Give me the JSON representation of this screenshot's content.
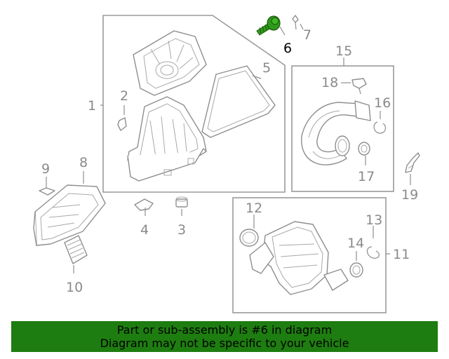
{
  "highlight_color": "#2e9a1a",
  "banner_color": "#1e7d10",
  "callouts": [
    {
      "id": "1",
      "highlighted": false
    },
    {
      "id": "2",
      "highlighted": false
    },
    {
      "id": "3",
      "highlighted": false
    },
    {
      "id": "4",
      "highlighted": false
    },
    {
      "id": "5",
      "highlighted": false
    },
    {
      "id": "6",
      "highlighted": true
    },
    {
      "id": "7",
      "highlighted": false
    },
    {
      "id": "8",
      "highlighted": false
    },
    {
      "id": "9",
      "highlighted": false
    },
    {
      "id": "10",
      "highlighted": false
    },
    {
      "id": "11",
      "highlighted": false
    },
    {
      "id": "12",
      "highlighted": false
    },
    {
      "id": "13",
      "highlighted": false
    },
    {
      "id": "14",
      "highlighted": false
    },
    {
      "id": "15",
      "highlighted": false
    },
    {
      "id": "16",
      "highlighted": false
    },
    {
      "id": "17",
      "highlighted": false
    },
    {
      "id": "18",
      "highlighted": false
    },
    {
      "id": "19",
      "highlighted": false
    }
  ],
  "banner": {
    "line1": "Part or sub-assembly is #6 in diagram",
    "line2": "Diagram may not be specific to your vehicle"
  }
}
